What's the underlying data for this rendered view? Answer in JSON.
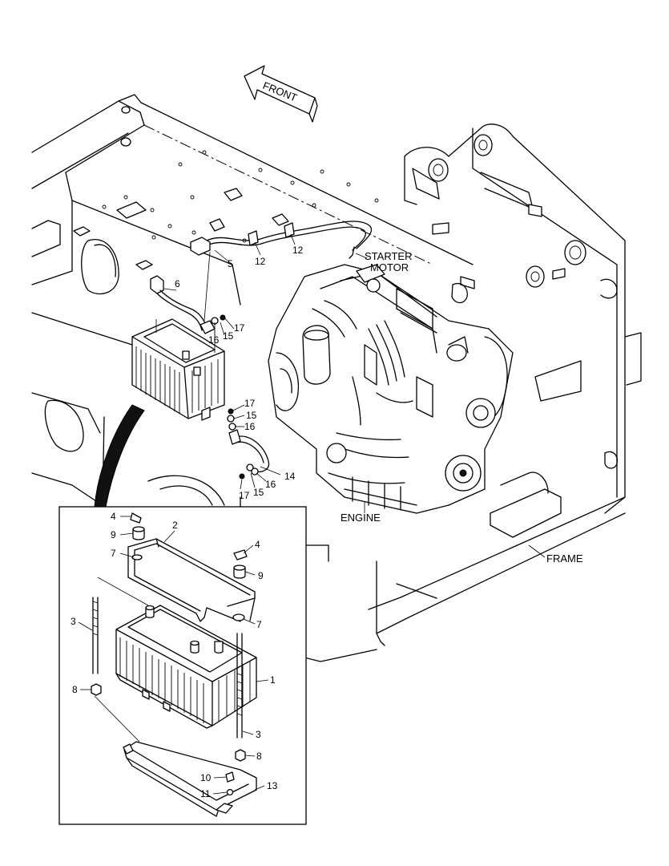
{
  "labels": {
    "front": "FRONT",
    "starter_line1": "STARTER",
    "starter_line2": "MOTOR",
    "engine": "ENGINE",
    "frame": "FRAME"
  },
  "callouts": {
    "p1": "1",
    "p2": "2",
    "p3a": "3",
    "p3b": "3",
    "p4a": "4",
    "p4b": "4",
    "p5": "5",
    "p6": "6",
    "p7a": "7",
    "p7b": "7",
    "p8a": "8",
    "p8b": "8",
    "p9a": "9",
    "p9b": "9",
    "p10": "10",
    "p11": "11",
    "p12a": "12",
    "p12b": "12",
    "p13": "13",
    "p14": "14",
    "p15a": "15",
    "p15b": "15",
    "p15c": "15",
    "p16a": "16",
    "p16b": "16",
    "p16c": "16",
    "p17a": "17",
    "p17b": "17",
    "p17c": "17"
  }
}
